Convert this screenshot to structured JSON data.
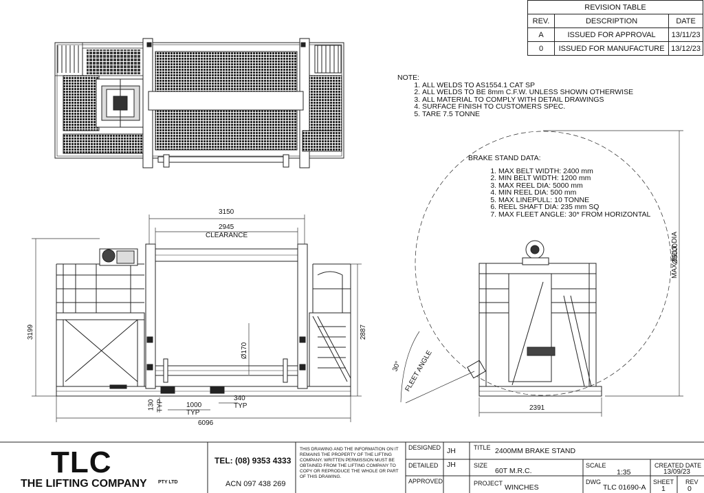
{
  "revision_table": {
    "title": "REVISION TABLE",
    "headers": [
      "REV.",
      "DESCRIPTION",
      "DATE"
    ],
    "rows": [
      {
        "rev": "A",
        "description": "ISSUED FOR APPROVAL",
        "date": "13/11/23"
      },
      {
        "rev": "0",
        "description": "ISSUED FOR MANUFACTURE",
        "date": "13/12/23"
      }
    ]
  },
  "notes": {
    "heading": "NOTE:",
    "items": [
      "ALL WELDS TO AS1554.1 CAT SP",
      "ALL WELDS TO BE 8mm C.F.W. UNLESS SHOWN OTHERWISE",
      "ALL MATERIAL TO COMPLY WITH DETAIL DRAWINGS",
      "SURFACE FINISH TO CUSTOMERS SPEC.",
      "TARE 7.5 TONNE"
    ]
  },
  "brake_stand_data": {
    "heading": "BRAKE STAND DATA:",
    "items": [
      "MAX BELT WIDTH: 2400 mm",
      "MIN BELT WIDTH: 1200 mm",
      "MAX REEL DIA: 5000 mm",
      "MIN REEL DIA: 500 mm",
      "MAX LINEPULL: 10 TONNE",
      "REEL SHAFT DIA: 235 mm SQ",
      "MAX FLEET ANGLE: 30* FROM HORIZONTAL"
    ]
  },
  "dimensions": {
    "d3150": "3150",
    "d2945": "2945",
    "clearance": "CLEARANCE",
    "d3199": "3199",
    "d2887": "2887",
    "d170": "Ø170",
    "d130": "130",
    "typ": "TYP",
    "d1000": "1000",
    "d340": "340",
    "d6096": "6096",
    "d2391": "2391",
    "d5000": "Ø5000",
    "max_belt_dia": "MAX BELT DIA",
    "d30": "30°",
    "fleet_angle": "FLEET ANGLE"
  },
  "title_block": {
    "logo": "TLC",
    "company": "THE LIFTING COMPANY",
    "pty": "PTY LTD",
    "tel": "TEL: (08) 9353 4333",
    "acn": "ACN 097 438 269",
    "disclaimer": "THIS DRAWING AND THE INFORMATION ON IT REMAINS THE PROPERTY OF THE LIFTING COMPANY. WRITTEN PERMISSION MUST BE OBTAINED FROM THE LIFTING COMPANY TO COPY OR REPRODUCE THE WHOLE OR PART OF THIS DRAWING.",
    "designed_label": "DESIGNED",
    "designed": "JH",
    "detailed_label": "DETAILED",
    "detailed": "JH",
    "approved_label": "APPROVED",
    "title_label": "TITLE",
    "title": "2400MM BRAKE STAND",
    "size_label": "SIZE",
    "size": "60T M.R.C.",
    "scale_label": "SCALE",
    "scale": "1:35",
    "created_label": "CREATED DATE",
    "created": "13/09/23",
    "project_label": "PROJECT",
    "project": "WINCHES",
    "dwg_label": "DWG",
    "dwg": "TLC 01690-A",
    "sheet_label": "SHEET",
    "sheet": "1",
    "rev_label": "REV",
    "rev": "0"
  }
}
